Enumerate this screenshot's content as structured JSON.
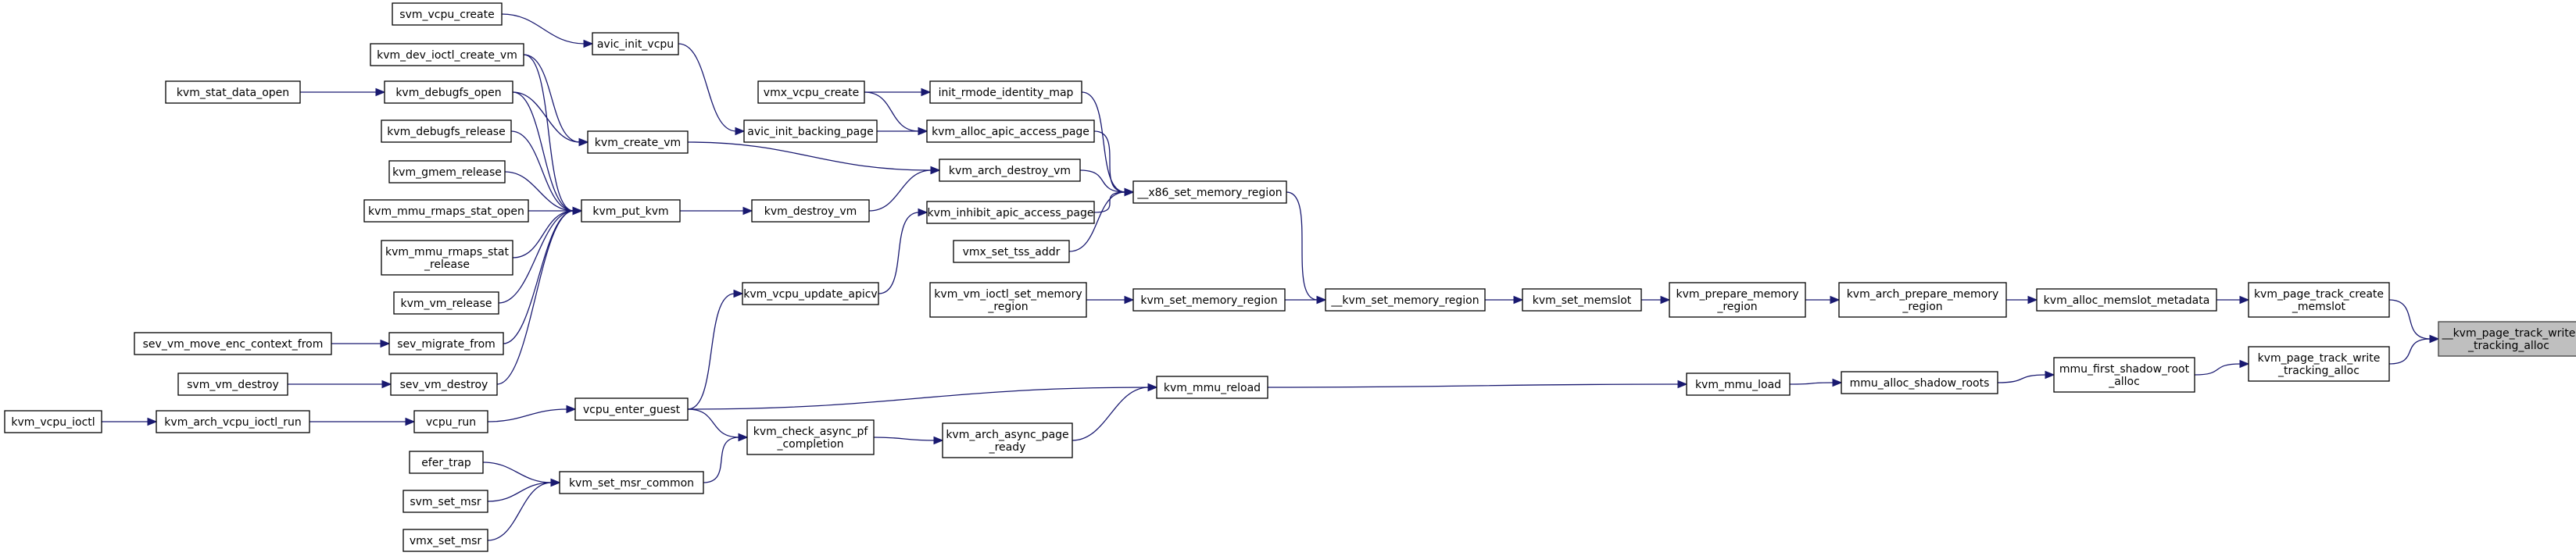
{
  "title": "",
  "nodes": [
    {
      "id": "root",
      "lines": [
        "__kvm_page_track_write",
        "_tracking_alloc"
      ],
      "root": true
    },
    {
      "id": "create_memslot",
      "lines": [
        "kvm_page_track_create",
        "_memslot"
      ]
    },
    {
      "id": "write_alloc",
      "lines": [
        "kvm_page_track_write",
        "_tracking_alloc"
      ]
    },
    {
      "id": "memslot_meta",
      "lines": [
        "kvm_alloc_memslot_metadata"
      ]
    },
    {
      "id": "shadow_root_alloc",
      "lines": [
        "mmu_first_shadow_root",
        "_alloc"
      ]
    },
    {
      "id": "arch_prepare",
      "lines": [
        "kvm_arch_prepare_memory",
        "_region"
      ]
    },
    {
      "id": "alloc_shadow",
      "lines": [
        "mmu_alloc_shadow_roots"
      ]
    },
    {
      "id": "prepare_region",
      "lines": [
        "kvm_prepare_memory",
        "_region"
      ]
    },
    {
      "id": "mmu_load",
      "lines": [
        "kvm_mmu_load"
      ]
    },
    {
      "id": "set_memslot",
      "lines": [
        "kvm_set_memslot"
      ]
    },
    {
      "id": "mmu_reload",
      "lines": [
        "kvm_mmu_reload"
      ]
    },
    {
      "id": "__set_region",
      "lines": [
        "__kvm_set_memory_region"
      ]
    },
    {
      "id": "x86_set_region",
      "lines": [
        "__x86_set_memory_region"
      ]
    },
    {
      "id": "set_region",
      "lines": [
        "kvm_set_memory_region"
      ]
    },
    {
      "id": "ioctl_set_region",
      "lines": [
        "kvm_vm_ioctl_set_memory",
        "_region"
      ]
    },
    {
      "id": "init_rmode",
      "lines": [
        "init_rmode_identity_map"
      ]
    },
    {
      "id": "alloc_apic",
      "lines": [
        "kvm_alloc_apic_access_page"
      ]
    },
    {
      "id": "arch_destroy_vm",
      "lines": [
        "kvm_arch_destroy_vm"
      ]
    },
    {
      "id": "inhibit_apic",
      "lines": [
        "kvm_inhibit_apic_access_page"
      ]
    },
    {
      "id": "set_tss",
      "lines": [
        "vmx_set_tss_addr"
      ]
    },
    {
      "id": "arch_async_ready",
      "lines": [
        "kvm_arch_async_page",
        "_ready"
      ]
    },
    {
      "id": "vmx_vcpu_create",
      "lines": [
        "vmx_vcpu_create"
      ]
    },
    {
      "id": "avic_backing",
      "lines": [
        "avic_init_backing_page"
      ]
    },
    {
      "id": "destroy_vm",
      "lines": [
        "kvm_destroy_vm"
      ]
    },
    {
      "id": "update_apicv",
      "lines": [
        "kvm_vcpu_update_apicv"
      ]
    },
    {
      "id": "check_async",
      "lines": [
        "kvm_check_async_pf",
        "_completion"
      ]
    },
    {
      "id": "vcpu_enter_guest",
      "lines": [
        "vcpu_enter_guest"
      ]
    },
    {
      "id": "set_msr_common",
      "lines": [
        "kvm_set_msr_common"
      ]
    },
    {
      "id": "avic_init_vcpu",
      "lines": [
        "avic_init_vcpu"
      ]
    },
    {
      "id": "create_vm",
      "lines": [
        "kvm_create_vm"
      ]
    },
    {
      "id": "put_kvm",
      "lines": [
        "kvm_put_kvm"
      ]
    },
    {
      "id": "vcpu_run",
      "lines": [
        "vcpu_run"
      ]
    },
    {
      "id": "efer_trap",
      "lines": [
        "efer_trap"
      ]
    },
    {
      "id": "svm_set_msr",
      "lines": [
        "svm_set_msr"
      ]
    },
    {
      "id": "vmx_set_msr",
      "lines": [
        "vmx_set_msr"
      ]
    },
    {
      "id": "svm_vcpu_create",
      "lines": [
        "svm_vcpu_create"
      ]
    },
    {
      "id": "dev_ioctl_create",
      "lines": [
        "kvm_dev_ioctl_create_vm"
      ]
    },
    {
      "id": "debugfs_open",
      "lines": [
        "kvm_debugfs_open"
      ]
    },
    {
      "id": "debugfs_release",
      "lines": [
        "kvm_debugfs_release"
      ]
    },
    {
      "id": "gmem_release",
      "lines": [
        "kvm_gmem_release"
      ]
    },
    {
      "id": "rmaps_open",
      "lines": [
        "kvm_mmu_rmaps_stat_open"
      ]
    },
    {
      "id": "rmaps_release",
      "lines": [
        "kvm_mmu_rmaps_stat",
        "_release"
      ]
    },
    {
      "id": "vm_release",
      "lines": [
        "kvm_vm_release"
      ]
    },
    {
      "id": "sev_migrate",
      "lines": [
        "sev_migrate_from"
      ]
    },
    {
      "id": "sev_destroy",
      "lines": [
        "sev_vm_destroy"
      ]
    },
    {
      "id": "arch_ioctl_run",
      "lines": [
        "kvm_arch_vcpu_ioctl_run"
      ]
    },
    {
      "id": "stat_data_open",
      "lines": [
        "kvm_stat_data_open"
      ]
    },
    {
      "id": "sev_move_enc",
      "lines": [
        "sev_vm_move_enc_context_from"
      ]
    },
    {
      "id": "svm_vm_destroy",
      "lines": [
        "svm_vm_destroy"
      ]
    },
    {
      "id": "vcpu_ioctl",
      "lines": [
        "kvm_vcpu_ioctl"
      ]
    }
  ],
  "edges": [
    [
      "create_memslot",
      "root"
    ],
    [
      "write_alloc",
      "root"
    ],
    [
      "memslot_meta",
      "create_memslot"
    ],
    [
      "shadow_root_alloc",
      "write_alloc"
    ],
    [
      "arch_prepare",
      "memslot_meta"
    ],
    [
      "alloc_shadow",
      "shadow_root_alloc"
    ],
    [
      "prepare_region",
      "arch_prepare"
    ],
    [
      "mmu_load",
      "alloc_shadow"
    ],
    [
      "set_memslot",
      "prepare_region"
    ],
    [
      "mmu_reload",
      "mmu_load"
    ],
    [
      "__set_region",
      "set_memslot"
    ],
    [
      "x86_set_region",
      "__set_region"
    ],
    [
      "set_region",
      "__set_region"
    ],
    [
      "ioctl_set_region",
      "set_region"
    ],
    [
      "init_rmode",
      "x86_set_region"
    ],
    [
      "alloc_apic",
      "x86_set_region"
    ],
    [
      "arch_destroy_vm",
      "x86_set_region"
    ],
    [
      "inhibit_apic",
      "x86_set_region"
    ],
    [
      "set_tss",
      "x86_set_region"
    ],
    [
      "vcpu_enter_guest",
      "mmu_reload"
    ],
    [
      "arch_async_ready",
      "mmu_reload"
    ],
    [
      "check_async",
      "arch_async_ready"
    ],
    [
      "vmx_vcpu_create",
      "init_rmode"
    ],
    [
      "vmx_vcpu_create",
      "alloc_apic"
    ],
    [
      "avic_backing",
      "alloc_apic"
    ],
    [
      "destroy_vm",
      "arch_destroy_vm"
    ],
    [
      "create_vm",
      "arch_destroy_vm"
    ],
    [
      "update_apicv",
      "inhibit_apic"
    ],
    [
      "avic_init_vcpu",
      "avic_backing"
    ],
    [
      "put_kvm",
      "destroy_vm"
    ],
    [
      "vcpu_enter_guest",
      "update_apicv"
    ],
    [
      "vcpu_enter_guest",
      "check_async"
    ],
    [
      "set_msr_common",
      "check_async"
    ],
    [
      "vcpu_run",
      "vcpu_enter_guest"
    ],
    [
      "efer_trap",
      "set_msr_common"
    ],
    [
      "svm_set_msr",
      "set_msr_common"
    ],
    [
      "vmx_set_msr",
      "set_msr_common"
    ],
    [
      "svm_vcpu_create",
      "avic_init_vcpu"
    ],
    [
      "dev_ioctl_create",
      "create_vm"
    ],
    [
      "debugfs_open",
      "create_vm"
    ],
    [
      "dev_ioctl_create",
      "put_kvm"
    ],
    [
      "debugfs_open",
      "put_kvm"
    ],
    [
      "debugfs_release",
      "put_kvm"
    ],
    [
      "gmem_release",
      "put_kvm"
    ],
    [
      "rmaps_open",
      "put_kvm"
    ],
    [
      "rmaps_release",
      "put_kvm"
    ],
    [
      "vm_release",
      "put_kvm"
    ],
    [
      "sev_migrate",
      "put_kvm"
    ],
    [
      "sev_destroy",
      "put_kvm"
    ],
    [
      "arch_ioctl_run",
      "vcpu_run"
    ],
    [
      "stat_data_open",
      "debugfs_open"
    ],
    [
      "sev_move_enc",
      "sev_migrate"
    ],
    [
      "svm_vm_destroy",
      "sev_destroy"
    ],
    [
      "vcpu_ioctl",
      "arch_ioctl_run"
    ]
  ]
}
